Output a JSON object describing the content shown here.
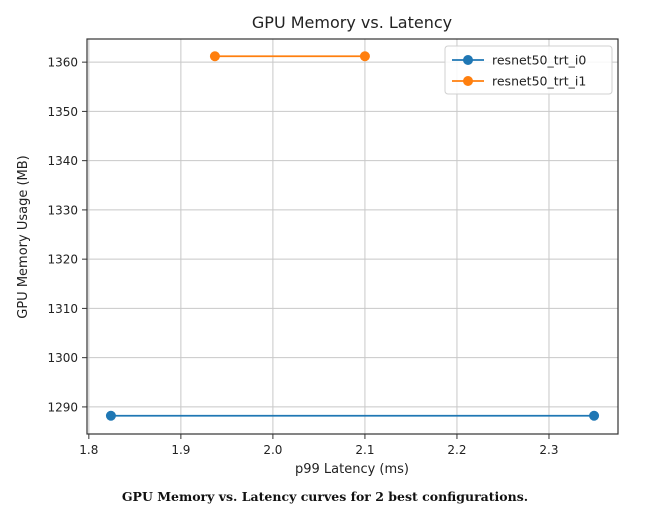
{
  "chart_data": {
    "type": "line",
    "title": "GPU Memory vs. Latency",
    "xlabel": "p99 Latency (ms)",
    "ylabel": "GPU Memory Usage (MB)",
    "xlim": [
      1.798,
      2.375
    ],
    "ylim": [
      1284.5,
      1364.7
    ],
    "xticks": [
      1.8,
      1.9,
      2.0,
      2.1,
      2.2,
      2.3
    ],
    "xtick_labels": [
      "1.8",
      "1.9",
      "2.0",
      "2.1",
      "2.2",
      "2.3"
    ],
    "yticks": [
      1290,
      1300,
      1310,
      1320,
      1330,
      1340,
      1350,
      1360
    ],
    "ytick_labels": [
      "1290",
      "1300",
      "1310",
      "1320",
      "1330",
      "1340",
      "1350",
      "1360"
    ],
    "grid": true,
    "legend_position": "upper right",
    "series": [
      {
        "name": "resnet50_trt_i0",
        "color": "#1f77b4",
        "marker": "circle",
        "x": [
          1.824,
          2.349
        ],
        "y": [
          1288.2,
          1288.2
        ]
      },
      {
        "name": "resnet50_trt_i1",
        "color": "#ff7f0e",
        "marker": "circle",
        "x": [
          1.937,
          2.1
        ],
        "y": [
          1361.2,
          1361.2
        ]
      }
    ]
  },
  "caption": "GPU Memory vs. Latency curves for 2 best configurations."
}
